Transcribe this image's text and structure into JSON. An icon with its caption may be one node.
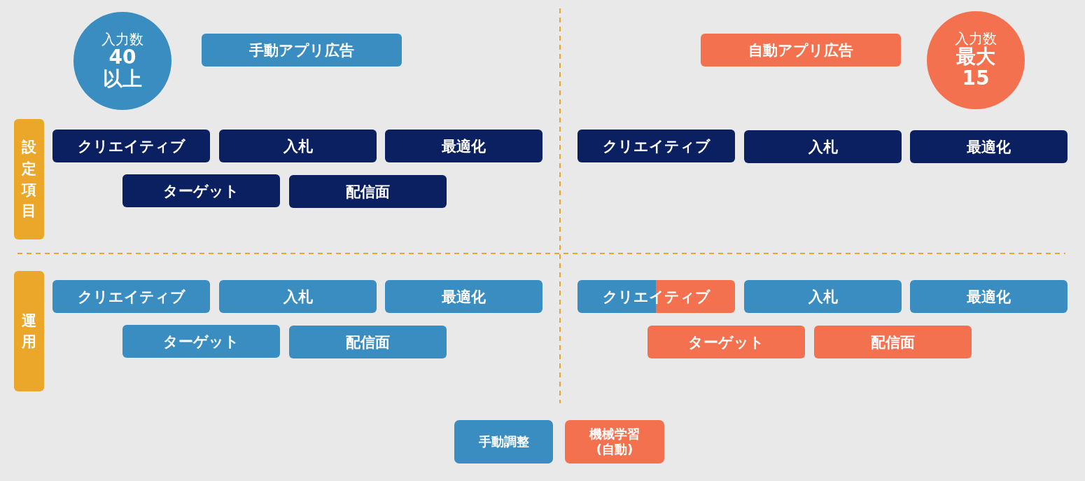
{
  "diagram": {
    "nodes": [
      {
        "text": [
          "入力数",
          "40 以上"
        ]
      },
      {
        "text": [
          "手動アプリ広告"
        ]
      },
      {
        "text": [
          "自動アプリ広告"
        ]
      },
      {
        "text": [
          "入力数",
          "最大 15"
        ]
      },
      {
        "text": [
          "設定項目"
        ]
      },
      {
        "text": [
          "クリエイティブ"
        ]
      },
      {
        "text": [
          "入札"
        ]
      },
      {
        "text": [
          "最適化"
        ]
      },
      {
        "text": [
          "ターゲット"
        ]
      },
      {
        "text": [
          "配信面"
        ]
      },
      {
        "text": [
          "クリエイティブ"
        ]
      },
      {
        "text": [
          "入札"
        ]
      },
      {
        "text": [
          "最適化"
        ]
      },
      {
        "text": [
          "運用"
        ]
      },
      {
        "text": [
          "クリエイティブ"
        ]
      },
      {
        "text": [
          "入札"
        ]
      },
      {
        "text": [
          "最適化"
        ]
      },
      {
        "text": [
          "ターゲット"
        ]
      },
      {
        "text": [
          "配信面"
        ]
      },
      {
        "text": [
          "クリエイティブ"
        ]
      },
      {
        "text": [
          "入札"
        ]
      },
      {
        "text": [
          "最適化"
        ]
      },
      {
        "text": [
          "ターゲット"
        ]
      },
      {
        "text": [
          "配信面"
        ]
      }
    ],
    "legend": [
      {
        "text": "手動調整",
        "color": "#3a8dc1"
      },
      {
        "text": "機械学習 (自動)",
        "color": "#f4714f"
      }
    ]
  }
}
